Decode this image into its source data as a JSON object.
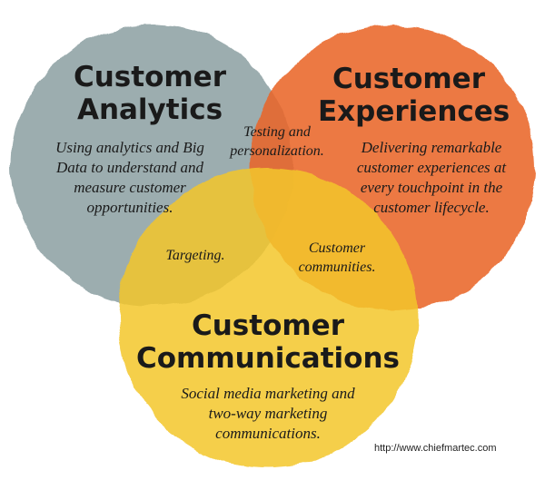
{
  "diagram": {
    "type": "venn",
    "sets": [
      {
        "id": "analytics",
        "title_lines": [
          "Customer",
          "Analytics"
        ],
        "description_lines": [
          "Using analytics and Big",
          "Data to understand and",
          "measure customer",
          "opportunities."
        ],
        "color": "#7f9597"
      },
      {
        "id": "experiences",
        "title_lines": [
          "Customer",
          "Experiences"
        ],
        "description_lines": [
          "Delivering remarkable",
          "customer experiences at",
          "every touchpoint in the",
          "customer lifecycle."
        ],
        "color": "#e8672a"
      },
      {
        "id": "communications",
        "title_lines": [
          "Customer",
          "Communications"
        ],
        "description_lines": [
          "Social media marketing and",
          "two-way marketing",
          "communications."
        ],
        "color": "#f1c62d"
      }
    ],
    "overlaps": {
      "analytics_experiences": [
        "Testing and",
        "personalization."
      ],
      "analytics_communications": [
        "Targeting."
      ],
      "experiences_communications": [
        "Customer",
        "communities."
      ]
    },
    "credit": "http://www.chiefmartec.com"
  }
}
